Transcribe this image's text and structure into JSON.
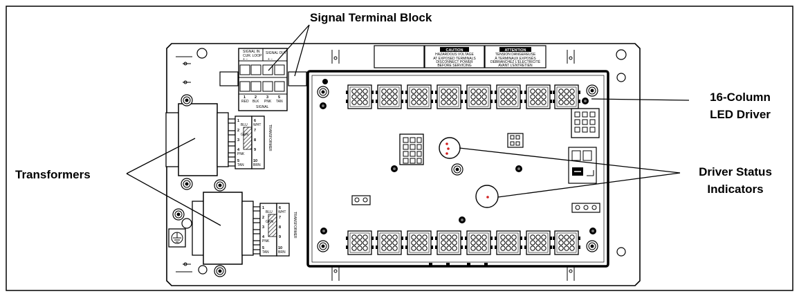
{
  "callouts": {
    "signal_terminal_block": "Signal Terminal Block",
    "led_driver_line1": "16-Column",
    "led_driver_line2": "LED Driver",
    "transformers": "Transformers",
    "status_line1": "Driver Status",
    "status_line2": "Indicators"
  },
  "signal_block": {
    "top_left_label_1": "SIGNAL IN",
    "top_left_label_2": "CUR. LOOP",
    "top_right_label": "SIGNAL OUT",
    "terminals": [
      {
        "num": "1",
        "color": "RED"
      },
      {
        "num": "2",
        "color": "BLK"
      },
      {
        "num": "3",
        "color": "PNK"
      },
      {
        "num": "5",
        "color": "TAN"
      }
    ],
    "bottom_label": "SIGNAL"
  },
  "caution_label": {
    "title": "CAUTION",
    "lines": [
      "HAZARDOUS VOLTAGE",
      "AT EXPOSED TERMINALS",
      "DISCONNECT POWER",
      "BEFORE SERVICING"
    ]
  },
  "attention_label": {
    "title": "ATTENTION",
    "lines": [
      "TENSION DANGEREUSE",
      "À TERMINAUX EXPOSÉS",
      "DÉBRANCHEZ L'ÉLECTRICITÉ",
      "AVANT L'ENTRETIEN"
    ]
  },
  "transformer_terminals": {
    "left_column": [
      {
        "num": "1",
        "color": "BLU"
      },
      {
        "num": "2",
        "color": "GRN"
      },
      {
        "num": "3",
        "color": ""
      },
      {
        "num": "4",
        "color": "PNK"
      },
      {
        "num": "5",
        "color": "TAN"
      }
    ],
    "right_column": [
      {
        "num": "6",
        "color": "WHT"
      },
      {
        "num": "7",
        "color": ""
      },
      {
        "num": "8",
        "color": ""
      },
      {
        "num": "9",
        "color": ""
      },
      {
        "num": "10",
        "color": "BRN"
      }
    ],
    "side_label": "TRANSFORMER"
  },
  "colors": {
    "line": "#000000",
    "indicator_led": "#d22020",
    "background": "#ffffff"
  }
}
